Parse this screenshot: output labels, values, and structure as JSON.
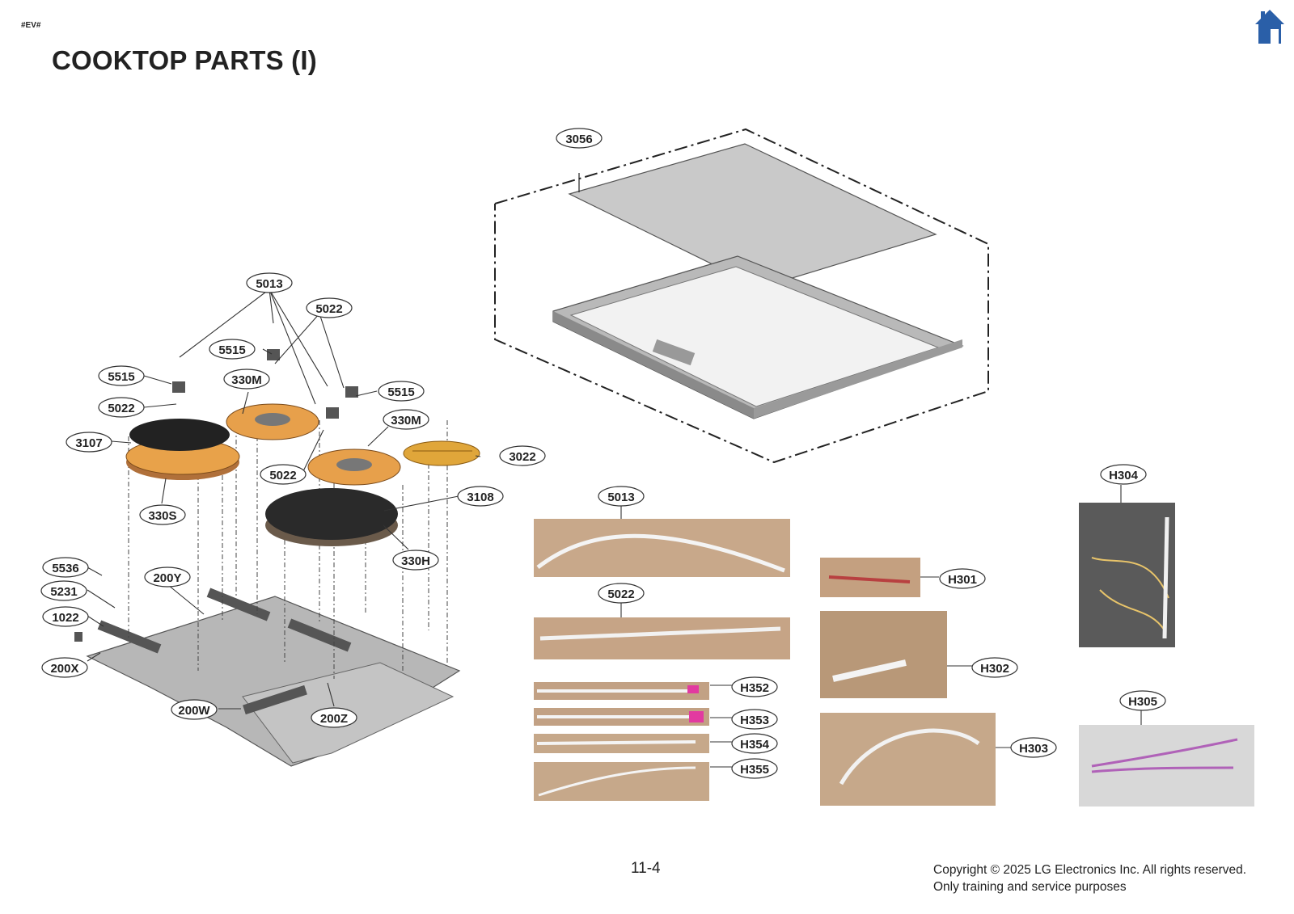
{
  "doc": {
    "tag": "#EV#",
    "title": "COOKTOP PARTS (I)",
    "page_number": "11-4",
    "copyright_line1": "Copyright © 2025 LG Electronics Inc. All rights reserved.",
    "copyright_line2": "Only training and service purposes"
  },
  "callouts": {
    "c3056": "3056",
    "c5013a": "5013",
    "c5022a": "5022",
    "c5515a": "5515",
    "c5515b": "5515",
    "c330Ma": "330M",
    "c5515c": "5515",
    "c5022b": "5022",
    "c330Mb": "330M",
    "c3107": "3107",
    "c3022": "3022",
    "c5022c": "5022",
    "c3108": "3108",
    "c330S": "330S",
    "c330H": "330H",
    "c5536": "5536",
    "c200Y": "200Y",
    "c5231": "5231",
    "c1022": "1022",
    "c200X": "200X",
    "c200W": "200W",
    "c200Z": "200Z",
    "c5013b": "5013",
    "c5022d": "5022",
    "cH304": "H304",
    "cH301": "H301",
    "cH302": "H302",
    "cH352": "H352",
    "cH353": "H353",
    "cH354": "H354",
    "cH355": "H355",
    "cH303": "H303",
    "cH305": "H305"
  },
  "icons": {
    "home": "home-icon"
  }
}
